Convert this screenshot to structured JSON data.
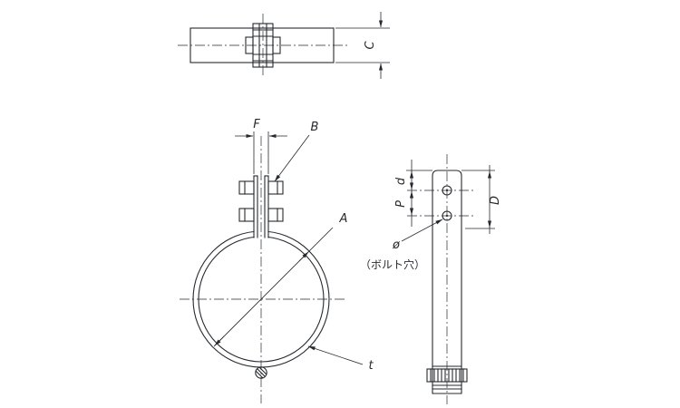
{
  "drawing": {
    "colors": {
      "background": "#ffffff",
      "line": "#26292e"
    },
    "labels": {
      "band_height": "C",
      "flange_gap": "F",
      "bolt": "B",
      "diameter": "A",
      "thickness": "t",
      "hole_edge_distance": "d",
      "hole_pitch": "P",
      "flange_depth": "D",
      "hole_diameter_symbol": "ø",
      "bolt_hole_note": "（ボルト穴）"
    }
  }
}
